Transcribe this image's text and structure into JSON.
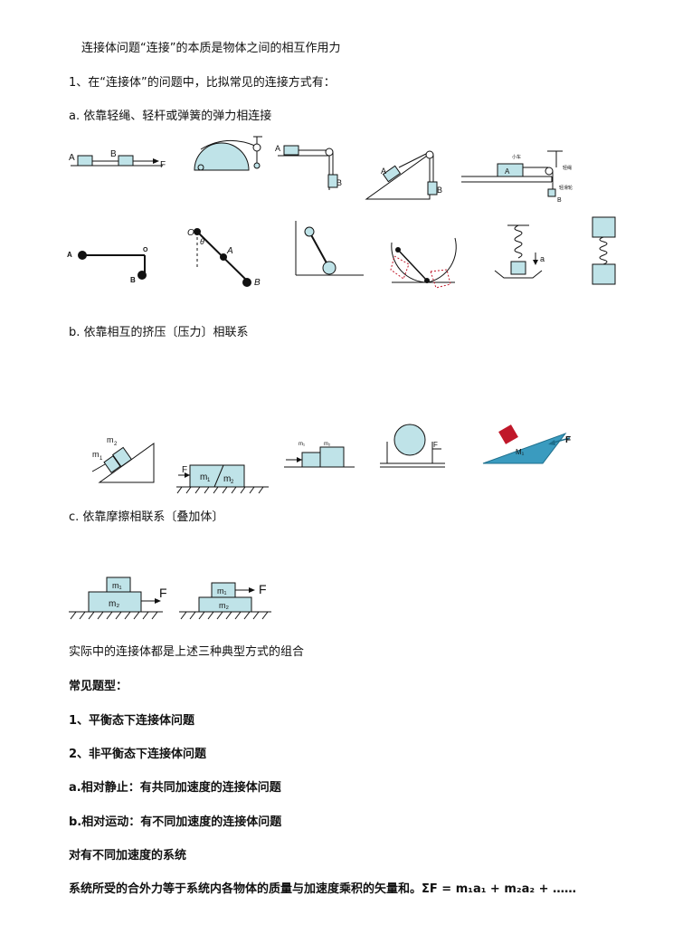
{
  "title": "连接体问题“连接”的本质是物体之间的相互作用力",
  "section1": "1、在“连接体”的问题中，比拟常见的连接方式有：",
  "a_heading": "a.  依靠轻绳、轻杆或弹簧的弹力相连接",
  "b_heading": "b.  依靠相互的挤压〔压力〕相联系",
  "c_heading": "c.  依靠摩擦相联系〔叠加体〕",
  "combination": "实际中的连接体都是上述三种典型方式的组合",
  "types_heading": "常见题型：",
  "type1": "1、平衡态下连接体问题",
  "type2": "2、非平衡态下连接体问题",
  "type2a": "a.相对静止：有共同加速度的连接体问题",
  "type2b": "b.相对运动：有不同加速度的连接体问题",
  "diff_accel_heading": "对有不同加速度的系统",
  "sum_statement": "系统所受的合外力等于系统内各物体的质量与加速度乘积的矢量和。ΣF = m₁a₁ + m₂a₂ + ……",
  "fig": {
    "A": "A",
    "B": "B",
    "F": "F",
    "O": "O",
    "theta": "θ",
    "a": "a",
    "cart": "小车",
    "rope": "轻绳",
    "pulley": "轻滑轮",
    "m1": "m",
    "m1_sub": "1",
    "m2": "m",
    "m2_sub": "2",
    "M1": "M₁",
    "m1t": "m₁",
    "m2t": "m₂"
  },
  "colors": {
    "block_fill": "#bfe3e8",
    "wedge_fill": "#3a9bbf",
    "red_block": "#c0182a"
  }
}
